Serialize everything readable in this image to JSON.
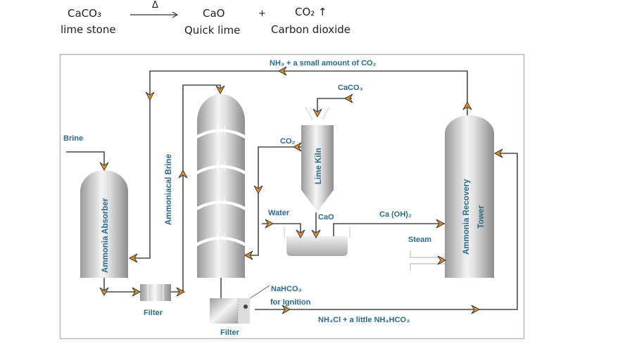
{
  "equation": {
    "reactant": "CaCO₃",
    "reactant_name": "lime stone",
    "condition": "Δ",
    "arrow": "⟶",
    "product1": "CaO",
    "product1_name": "Quick lime",
    "plus": "+",
    "product2": "CO₂ ↑",
    "product2_name": "Carbon dioxide"
  },
  "diagram": {
    "labels": {
      "brine": "Brine",
      "ammonia_absorber": "Ammonia Absorber",
      "ammoniacal_brine": "Ammoniacal Brine",
      "filter1": "Filter",
      "filter2": "Filter",
      "nh3_co2": "NH₃ + a small amount of CO₂",
      "caco3": "CaCO₃",
      "co2": "CO₂",
      "lime_kiln": "Lime Kiln",
      "water": "Water",
      "cao": "CaO",
      "caoh2": "Ca (OH)₂",
      "steam": "Steam",
      "ammonia_recovery_tower_1": "Ammonia Recovery",
      "ammonia_recovery_tower_2": "Tower",
      "nahco3": "NaHCO₃",
      "for_ignition": "for Ignition",
      "nh4cl": "NH₄Cl + a little NH₄HCO₃"
    },
    "colors": {
      "arrow_fill": "#e8901c",
      "arrow_stroke": "#3a3a3a",
      "label": "#2a6a8e",
      "line": "#4a4a4a",
      "frame": "#b8b8b8"
    }
  }
}
